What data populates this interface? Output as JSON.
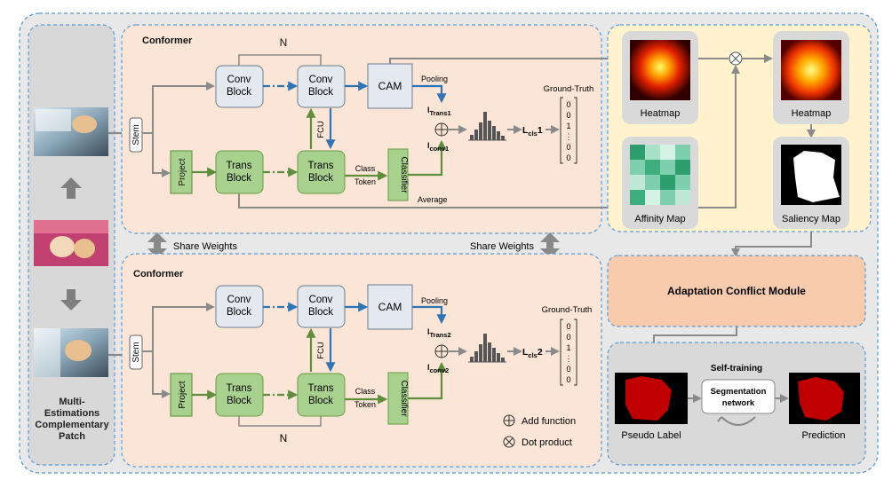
{
  "left_panel": {
    "label_lines": [
      "Multi-",
      "Estimations",
      "Complementary",
      "Patch"
    ]
  },
  "conformer_top": {
    "title": "Conformer",
    "n_label": "N",
    "stem": "Stem",
    "project": "Project",
    "conv_block_1": [
      "Conv",
      "Block"
    ],
    "conv_block_2": [
      "Conv",
      "Block"
    ],
    "trans_block_1": [
      "Trans",
      "Block"
    ],
    "trans_block_2": [
      "Trans",
      "Block"
    ],
    "fcu": "FCU",
    "cam": "CAM",
    "classifier": "Classifier",
    "class_token": [
      "Class",
      "Token"
    ],
    "pooling": "Pooling",
    "average": "Average",
    "l_trans_base": "l",
    "l_trans_sub": "Trans1",
    "l_conv_base": "l",
    "l_conv_sub": "conv1",
    "loss_base": "L",
    "loss_sub": "cls",
    "loss_suffix": "1",
    "ground_truth": "Ground-Truth",
    "vector": [
      "0",
      "0",
      "1",
      "⋮",
      "0",
      "0"
    ]
  },
  "conformer_bottom": {
    "title": "Conformer",
    "n_label": "N",
    "stem": "Stem",
    "project": "Project",
    "conv_block_1": [
      "Conv",
      "Block"
    ],
    "conv_block_2": [
      "Conv",
      "Block"
    ],
    "trans_block_1": [
      "Trans",
      "Block"
    ],
    "trans_block_2": [
      "Trans",
      "Block"
    ],
    "fcu": "FCU",
    "cam": "CAM",
    "classifier": "Classifier",
    "class_token": [
      "Class",
      "Token"
    ],
    "pooling": "Pooling",
    "l_trans_base": "l",
    "l_trans_sub": "Trans2",
    "l_conv_base": "l",
    "l_conv_sub": "conv2",
    "loss_base": "L",
    "loss_sub": "cls",
    "loss_suffix": "2",
    "ground_truth": "Ground-Truth",
    "vector": [
      "0",
      "0",
      "1",
      "⋮",
      "0",
      "0"
    ]
  },
  "share_weights": [
    "Share Weights",
    "Share Weights"
  ],
  "legend": {
    "add": "Add function",
    "dot": "Dot product"
  },
  "right_panel": {
    "heatmap_1": "Heatmap",
    "heatmap_2": "Heatmap",
    "affinity_map": "Affinity Map",
    "saliency_map": "Saliency Map"
  },
  "acm": {
    "title": "Adaptation Conflict Module"
  },
  "self_training": {
    "title": "Self-training",
    "network": [
      "Segmentation",
      "network"
    ],
    "pseudo_label": "Pseudo Label",
    "prediction": "Prediction"
  },
  "colors": {
    "conformer_bg": "#fbe5d6",
    "block_gray": "#e4e9f0",
    "block_green": "#a9d18e",
    "green_border": "#6a9b4a",
    "green_arrow": "#5e8d3c",
    "blue_arrow": "#2e75b6",
    "dashed_border": "#5b9bd5",
    "acm_fill": "#f8cbad",
    "right_bg": "#fff2cc",
    "panel_gray": "#e8e8e8",
    "segment_red": "#c00000"
  }
}
